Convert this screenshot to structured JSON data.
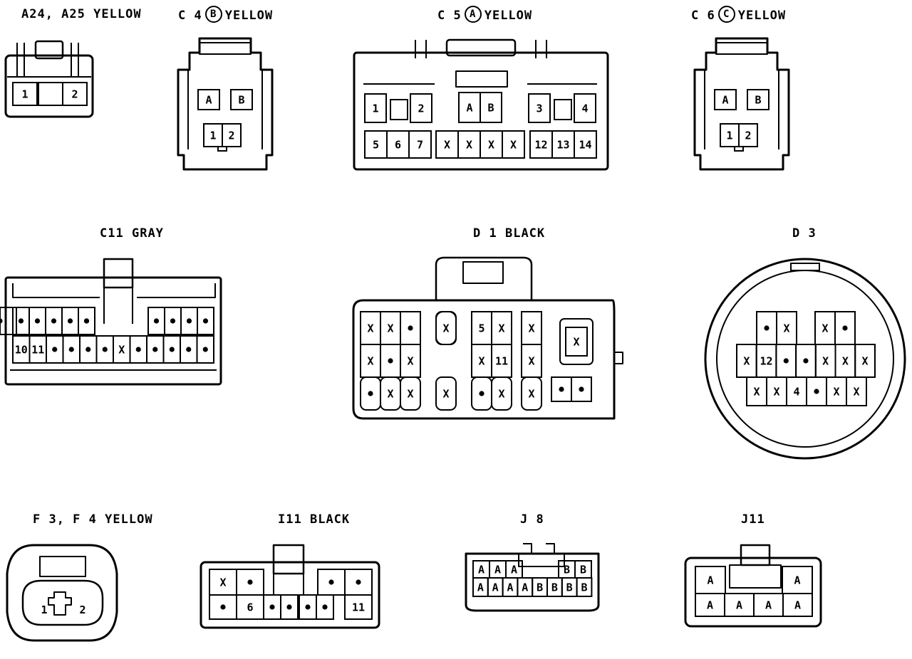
{
  "connectors": [
    {
      "id": "a24",
      "code": "A24, A25",
      "color": "YELLOW",
      "cells": [
        "1",
        "2"
      ]
    },
    {
      "id": "c4",
      "code": "C 4",
      "circle": "B",
      "color": "YELLOW",
      "cells": [
        "A",
        "B",
        "1",
        "2"
      ]
    },
    {
      "id": "c5",
      "code": "C 5",
      "circle": "A",
      "color": "YELLOW",
      "cells": [
        "1",
        "2",
        "A",
        "B",
        "3",
        "4",
        "5",
        "6",
        "7",
        "X",
        "X",
        "X",
        "X",
        "12",
        "13",
        "14"
      ]
    },
    {
      "id": "c6",
      "code": "C 6",
      "circle": "C",
      "color": "YELLOW",
      "cells": [
        "A",
        "B",
        "1",
        "2"
      ]
    },
    {
      "id": "c11",
      "code": "C11",
      "color": "GRAY",
      "cells": [
        "•",
        "•",
        "•",
        "•",
        "•",
        "•",
        "•",
        "•",
        "•",
        "•",
        "•",
        "10",
        "11",
        "•",
        "•",
        "•",
        "•",
        "X",
        "•",
        "•",
        "•",
        "•",
        "•"
      ]
    },
    {
      "id": "d1",
      "code": "D 1",
      "color": "BLACK",
      "cells": [
        "X",
        "X",
        "•",
        "X",
        "•",
        "X",
        "•",
        "X",
        "X",
        "X",
        "5",
        "X",
        "X",
        "11",
        "•",
        "X",
        "X",
        "X",
        "X",
        "X",
        "X",
        "•",
        "•"
      ]
    },
    {
      "id": "d3",
      "code": "D 3",
      "color": "",
      "cells": [
        "•",
        "X",
        "X",
        "•",
        "X",
        "12",
        "•",
        "•",
        "X",
        "X",
        "X",
        "X",
        "X",
        "4",
        "•",
        "X",
        "X"
      ]
    },
    {
      "id": "f3",
      "code": "F 3, F 4",
      "color": "YELLOW",
      "cells": [
        "1",
        "2"
      ]
    },
    {
      "id": "i11",
      "code": "I11",
      "color": "BLACK",
      "cells": [
        "X",
        "•",
        "•",
        "•",
        "•",
        "6",
        "•",
        "•",
        "•",
        "•",
        "11"
      ]
    },
    {
      "id": "j8",
      "code": "J 8",
      "color": "",
      "cells": [
        "A",
        "A",
        "A",
        "B",
        "B",
        "A",
        "A",
        "A",
        "A",
        "B",
        "B",
        "B",
        "B"
      ]
    },
    {
      "id": "j11",
      "code": "J11",
      "color": "",
      "cells": [
        "A",
        "A",
        "A",
        "A",
        "A",
        "A"
      ]
    }
  ]
}
